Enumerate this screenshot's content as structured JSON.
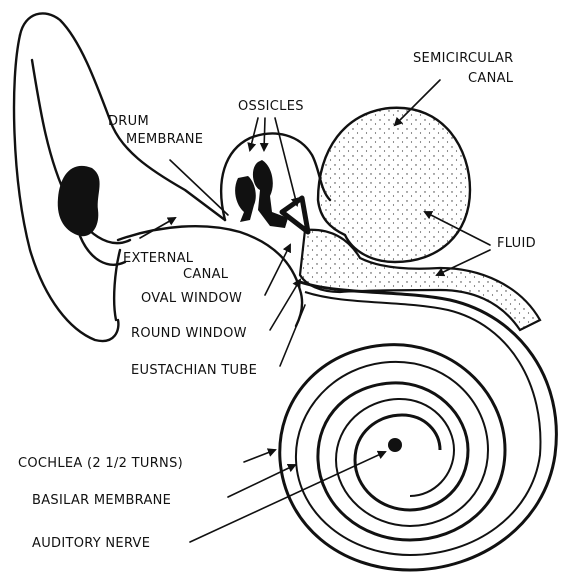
{
  "labels": {
    "semicircular_line1": "SEMICIRCULAR",
    "semicircular_line2": "CANAL",
    "ossicles": "OSSICLES",
    "drum_line1": "DRUM",
    "drum_line2": "MEMBRANE",
    "fluid": "FLUID",
    "external_line1": "EXTERNAL",
    "external_line2": "CANAL",
    "oval_window": "OVAL WINDOW",
    "round_window": "ROUND WINDOW",
    "eustachian_tube": "EUSTACHIAN TUBE",
    "cochlea": "COCHLEA (2 1/2 TURNS)",
    "basilar_membrane": "BASILAR MEMBRANE",
    "auditory_nerve": "AUDITORY NERVE"
  },
  "colors": {
    "ink": "#111111",
    "paper": "#ffffff"
  }
}
